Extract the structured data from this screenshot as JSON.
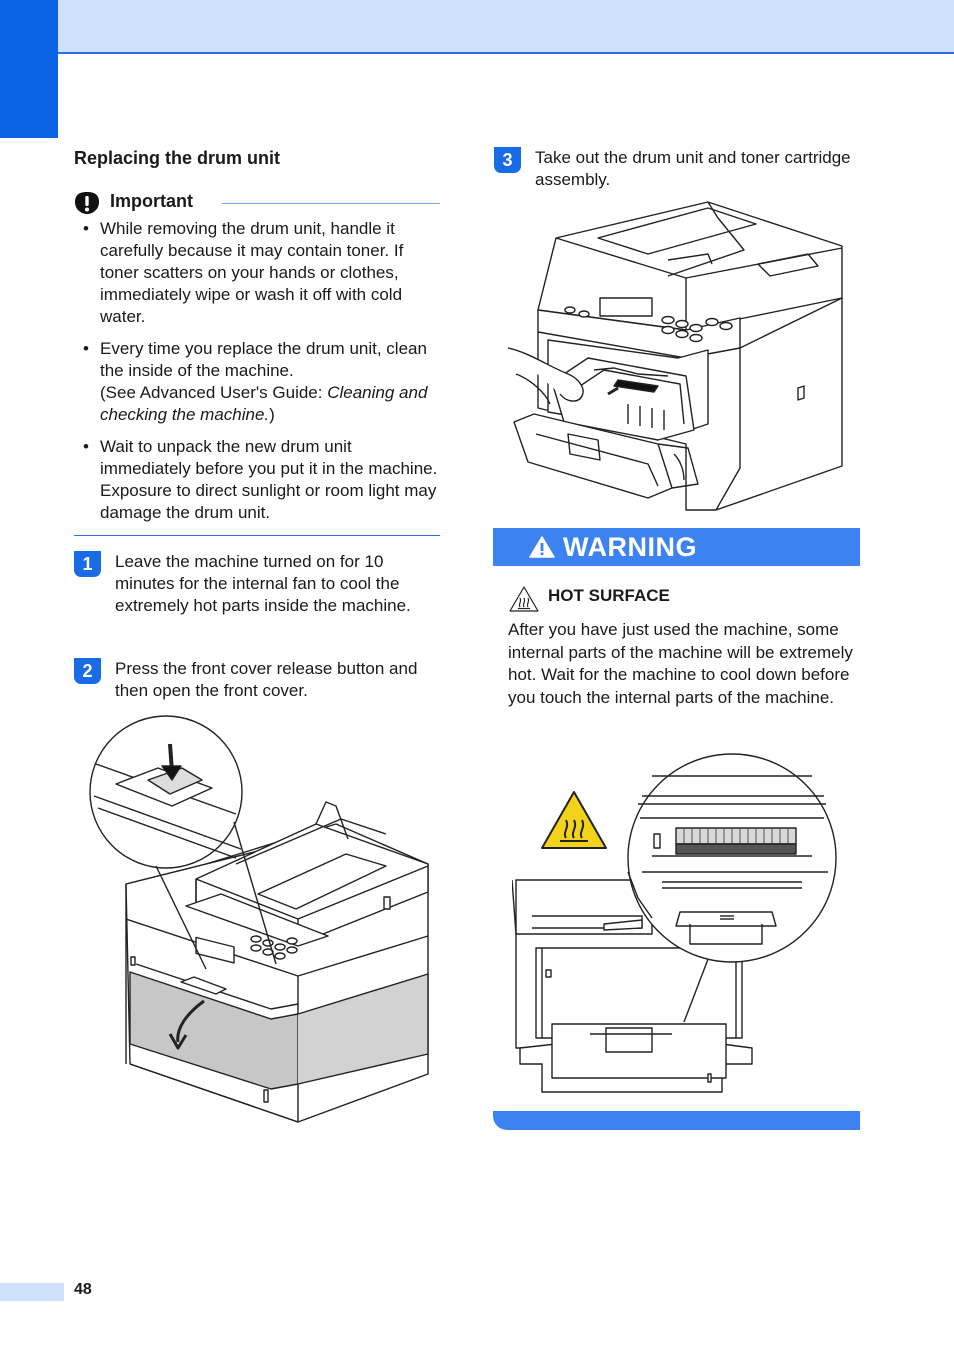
{
  "section": {
    "title": "Replacing the drum unit"
  },
  "important": {
    "label": "Important",
    "bullets": [
      {
        "text": "While removing the drum unit, handle it carefully because it may contain toner. If toner scatters on your hands or clothes, immediately wipe or wash it off with cold water."
      },
      {
        "text": "Every time you replace the drum unit, clean the inside of the machine.",
        "ref_prefix": "(See Advanced User's Guide: ",
        "ref_italic": "Cleaning and checking the machine.",
        "ref_suffix": ")"
      },
      {
        "text": "Wait to unpack the new drum unit immediately before you put it in the machine. Exposure to direct sunlight or room light may damage the drum unit."
      }
    ]
  },
  "steps": [
    {
      "number": "1",
      "text": "Leave the machine turned on for 10 minutes for the internal fan to cool the extremely hot parts inside the machine."
    },
    {
      "number": "2",
      "text": "Press the front cover release button and then open the front cover."
    },
    {
      "number": "3",
      "text": "Take out the drum unit and toner cartridge assembly."
    }
  ],
  "warning": {
    "title": "WARNING",
    "subtitle": "HOT SURFACE",
    "text": "After you have just used the machine, some internal parts of the machine will be extremely hot. Wait for the machine to cool down before you touch the internal parts of the machine."
  },
  "footer": {
    "page_number": "48"
  },
  "colors": {
    "accent": "#1a6be6",
    "header_band": "#cfe0fb",
    "warning_bar": "#3c82f0",
    "hot_sign": "#f2d21b"
  },
  "icons": [
    "important-icon",
    "warning-triangle-icon",
    "hot-surface-icon",
    "hot-sign-icon"
  ]
}
